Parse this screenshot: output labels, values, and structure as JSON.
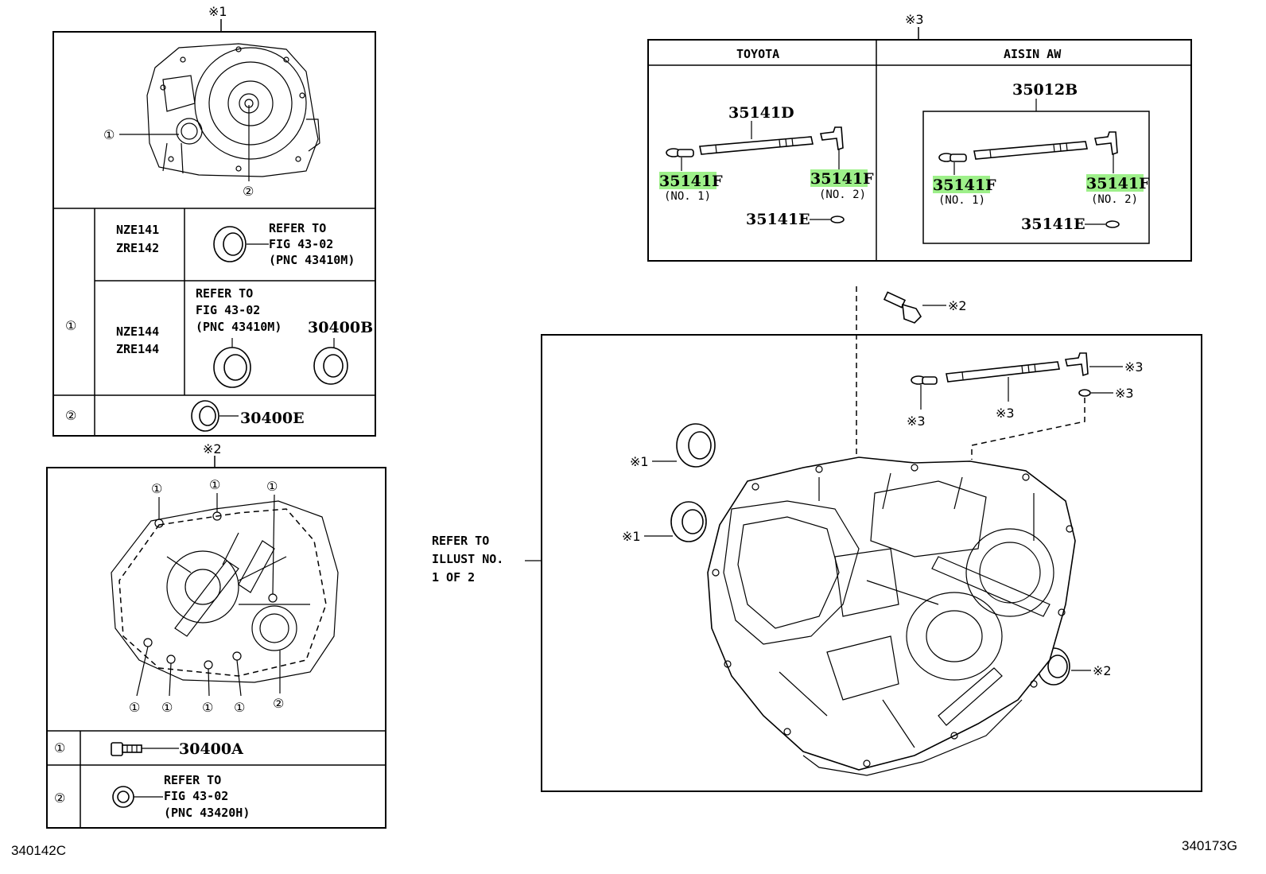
{
  "diagram": {
    "code_left": "340142C",
    "code_right": "340173G",
    "note_1": "※1",
    "note_2": "※2",
    "note_3": "※3",
    "circle_1": "①",
    "circle_2": "②",
    "box1": {
      "rows": [
        {
          "models": [
            "NZE141",
            "ZRE142"
          ],
          "ref": [
            "REFER TO",
            "FIG 43-02",
            "(PNC 43410M)"
          ]
        },
        {
          "models": [
            "NZE144",
            "ZRE144"
          ],
          "ref": [
            "REFER TO",
            "FIG 43-02",
            "(PNC 43410M)"
          ],
          "part": "30400B"
        }
      ],
      "row2_part": "30400E"
    },
    "box2": {
      "row1_part": "30400A",
      "row2_ref": [
        "REFER TO",
        "FIG 43-02",
        "(PNC 43420H)"
      ]
    },
    "box3": {
      "col_toyota": "TOYOTA",
      "col_aisin": "AISIN AW",
      "toyota_shaft": "35141D",
      "aisin_assy": "35012B",
      "part_f": "35141F",
      "part_e": "35141E",
      "no1": "(NO. 1)",
      "no2": "(NO. 2)",
      "highlight_color": "#9ef08a"
    },
    "main": {
      "refer": [
        "REFER TO",
        "ILLUST NO.",
        "1 OF 2"
      ]
    }
  }
}
